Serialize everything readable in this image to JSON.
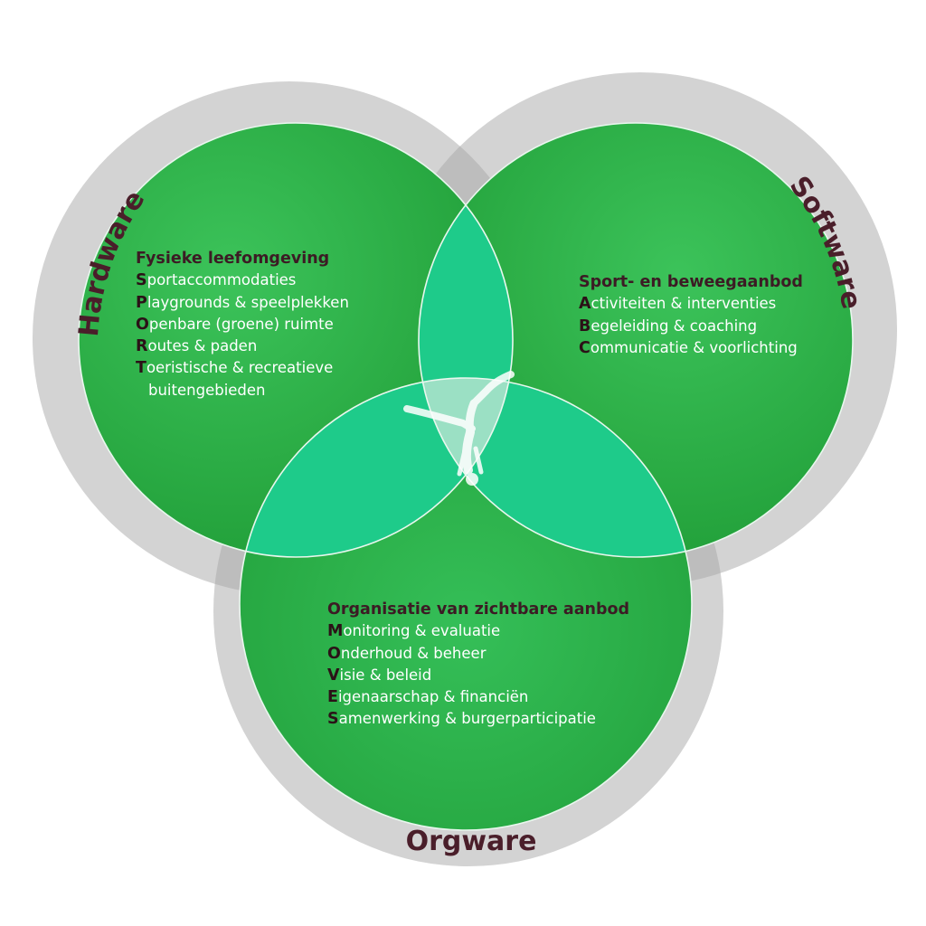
{
  "rings": {
    "hardware": "Hardware",
    "software": "Software",
    "orgware": "Orgware"
  },
  "sections": {
    "hardware": {
      "title": "Fysieke leefomgeving",
      "items": [
        {
          "initial": "S",
          "rest": "portaccommodaties"
        },
        {
          "initial": "P",
          "rest": "laygrounds & speelplekken"
        },
        {
          "initial": "O",
          "rest": "penbare (groene) ruimte"
        },
        {
          "initial": "R",
          "rest": "outes & paden"
        },
        {
          "initial": "T",
          "rest": "oeristische & recreatieve"
        },
        {
          "initial": "",
          "rest": "buitengebieden"
        }
      ]
    },
    "software": {
      "title": "Sport- en beweegaanbod",
      "items": [
        {
          "initial": "A",
          "rest": "ctiviteiten & interventies"
        },
        {
          "initial": "B",
          "rest": "egeleiding & coaching"
        },
        {
          "initial": "C",
          "rest": "ommunicatie & voorlichting"
        }
      ]
    },
    "orgware": {
      "title": "Organisatie van zichtbare aanbod",
      "items": [
        {
          "initial": "M",
          "rest": "onitoring & evaluatie"
        },
        {
          "initial": "O",
          "rest": "nderhoud & beheer"
        },
        {
          "initial": "V",
          "rest": "isie & beleid"
        },
        {
          "initial": "E",
          "rest": "igenaarschap & financiën"
        },
        {
          "initial": "S",
          "rest": "amenwerking & burgerparticipatie"
        }
      ]
    }
  },
  "colors": {
    "ring": "#d3d3d3",
    "ring_overlap": "#bdbdbd",
    "circle": "#27a63a",
    "lens": "#1ecb8a",
    "center": "#9be0c4",
    "label": "#4a1e2a"
  },
  "center_icon": "handstand-figure-icon"
}
